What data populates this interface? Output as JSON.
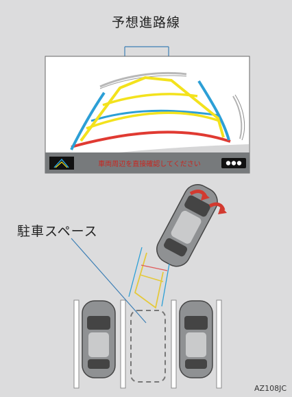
{
  "labels": {
    "predicted_path": "予想進路線",
    "parking_space": "駐車スペース",
    "image_code": "AZ108JC",
    "screen_message": "車両周辺を直接確認してください"
  },
  "icons": [
    "camera-view-icon",
    "camera-mode-icon"
  ],
  "colors": {
    "background": "#dcdcdd",
    "guide_yellow": "#f3e21d",
    "guide_blue": "#2c9fd6",
    "guide_red": "#e03a32",
    "message_red": "#c8261f"
  }
}
